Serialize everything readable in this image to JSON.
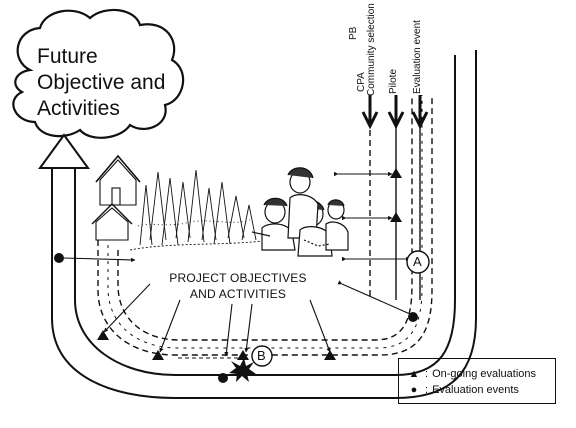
{
  "cloud": {
    "line1": "Future",
    "line2": "Objective and",
    "line3": "Activities"
  },
  "center": {
    "line1": "PROJECT OBJECTIVES",
    "line2": "AND ACTIVITIES"
  },
  "top_labels": {
    "cpa": "CPA",
    "pb": "PB",
    "community_selection": "Community selection",
    "pilot": "Pilote",
    "evaluation_event": "Evaluation event"
  },
  "markers": {
    "a": "A",
    "b": "B"
  },
  "legend": {
    "ongoing_symbol": "▲",
    "ongoing_sep": ":",
    "ongoing_label": "On-going evaluations",
    "events_symbol": "●",
    "events_sep": ":",
    "events_label": "Evaluation events"
  }
}
